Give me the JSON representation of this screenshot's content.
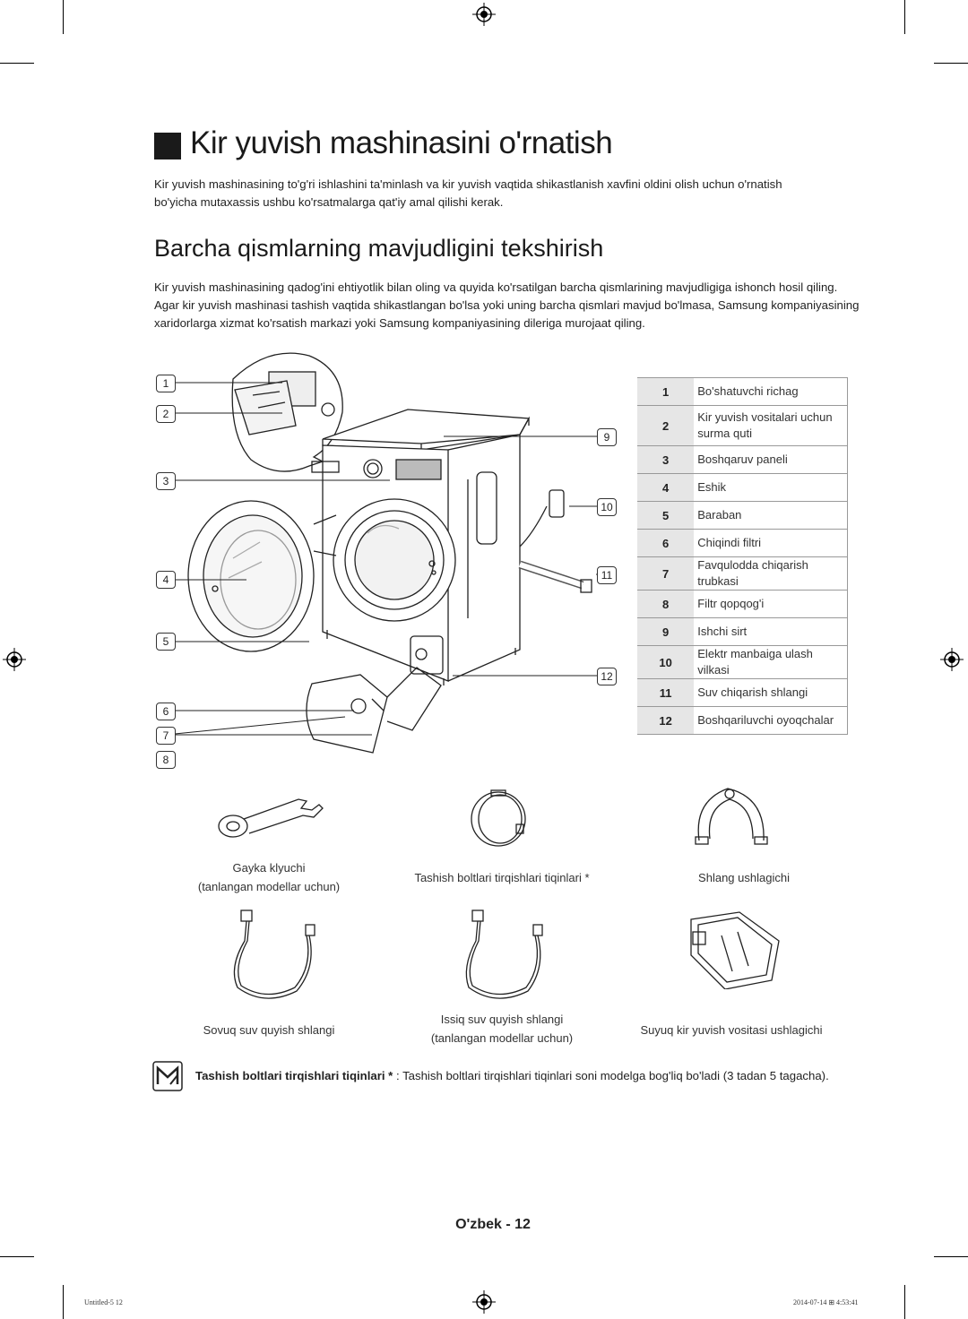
{
  "title": "Kir yuvish mashinasini o'rnatish",
  "intro": "Kir yuvish mashinasining to'g'ri ishlashini ta'minlash va kir yuvish vaqtida shikastlanish xavfini oldini olish uchun o'rnatish bo'yicha mutaxassis ushbu ko'rsatmalarga qat'iy amal qilishi kerak.",
  "section_title": "Barcha qismlarning mavjudligini tekshirish",
  "section_body": "Kir yuvish mashinasining qadog'ini ehtiyotlik bilan oling va quyida ko'rsatilgan barcha qismlarining mavjudligiga ishonch hosil qiling. Agar kir yuvish mashinasi tashish vaqtida shikastlangan bo'lsa yoki uning barcha qismlari mavjud bo'lmasa, Samsung kompaniyasining xaridorlarga xizmat ko'rsatish markazi yoki Samsung kompaniyasining dileriga murojaat qiling.",
  "callouts": [
    "1",
    "2",
    "3",
    "4",
    "5",
    "6",
    "7",
    "8",
    "9",
    "10",
    "11",
    "12"
  ],
  "parts": [
    {
      "num": "1",
      "label": "Bo'shatuvchi richag"
    },
    {
      "num": "2",
      "label": "Kir yuvish vositalari uchun surma quti"
    },
    {
      "num": "3",
      "label": "Boshqaruv paneli"
    },
    {
      "num": "4",
      "label": "Eshik"
    },
    {
      "num": "5",
      "label": "Baraban"
    },
    {
      "num": "6",
      "label": "Chiqindi filtri"
    },
    {
      "num": "7",
      "label": "Favqulodda chiqarish trubkasi"
    },
    {
      "num": "8",
      "label": "Filtr qopqog'i"
    },
    {
      "num": "9",
      "label": "Ishchi sirt"
    },
    {
      "num": "10",
      "label": "Elektr manbaiga ulash vilkasi"
    },
    {
      "num": "11",
      "label": "Suv chiqarish shlangi"
    },
    {
      "num": "12",
      "label": "Boshqariluvchi oyoqchalar"
    }
  ],
  "accessories": {
    "wrench": {
      "line1": "Gayka klyuchi",
      "line2": "(tanlangan modellar uchun)"
    },
    "caps": {
      "line1": "Tashish boltlari tirqishlari tiqinlari *"
    },
    "hose_guide": {
      "line1": "Shlang ushlagichi"
    },
    "cold_hose": {
      "line1": "Sovuq suv quyish shlangi"
    },
    "hot_hose": {
      "line1": "Issiq suv quyish shlangi",
      "line2": "(tanlangan modellar uchun)"
    },
    "liquid_holder": {
      "line1": "Suyuq kir yuvish vositasi ushlagichi"
    }
  },
  "note": {
    "bold": "Tashish boltlari tirqishlari tiqinlari *",
    "text": " : Tashish boltlari tirqishlari tiqinlari soni modelga bog'liq bo'ladi (3 tadan 5 tagacha)."
  },
  "footer": {
    "page": "O'zbek - 12",
    "slug_left": "Untitled-5   12",
    "slug_right": "2014-07-14   ⊞ 4:53:41"
  }
}
